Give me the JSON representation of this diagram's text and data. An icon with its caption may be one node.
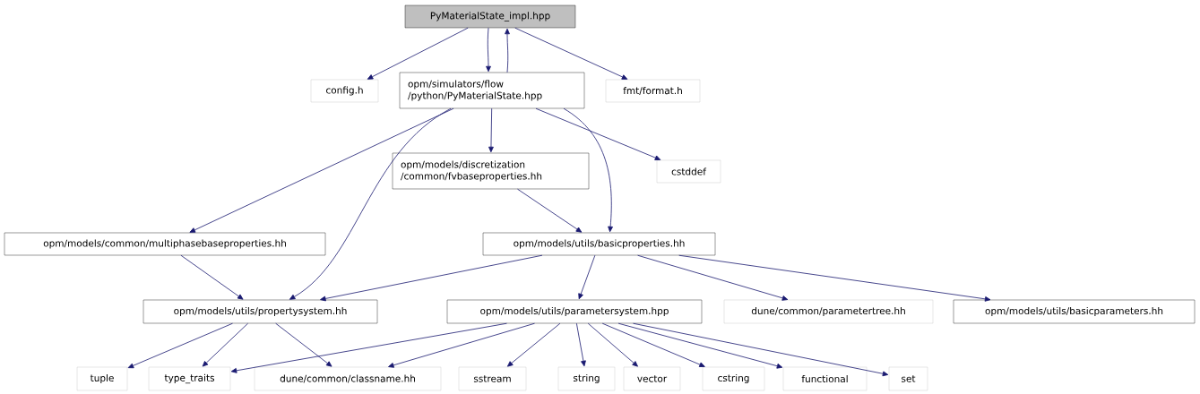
{
  "diagram": {
    "nodes": [
      {
        "text": [
          "PyMaterialState_impl.hpp"
        ]
      },
      {
        "text": [
          "config.h"
        ]
      },
      {
        "text": [
          "opm/simulators/flow /python/PyMaterialState.hpp"
        ]
      },
      {
        "text": [
          "fmt/format.h"
        ]
      },
      {
        "text": [
          "opm/models/discretization /common/fvbaseproperties.hh"
        ]
      },
      {
        "text": [
          "cstddef"
        ]
      },
      {
        "text": [
          "opm/models/common/multiphasebaseproperties.hh"
        ]
      },
      {
        "text": [
          "opm/models/utils/basicproperties.hh"
        ]
      },
      {
        "text": [
          "opm/models/utils/propertysystem.hh"
        ]
      },
      {
        "text": [
          "opm/models/utils/parametersystem.hpp"
        ]
      },
      {
        "text": [
          "dune/common/parametertree.hh"
        ]
      },
      {
        "text": [
          "opm/models/utils/basicparameters.hh"
        ]
      },
      {
        "text": [
          "tuple"
        ]
      },
      {
        "text": [
          "type_traits"
        ]
      },
      {
        "text": [
          "dune/common/classname.hh"
        ]
      },
      {
        "text": [
          "sstream"
        ]
      },
      {
        "text": [
          "string"
        ]
      },
      {
        "text": [
          "vector"
        ]
      },
      {
        "text": [
          "cstring"
        ]
      },
      {
        "text": [
          "functional"
        ]
      },
      {
        "text": [
          "set"
        ]
      }
    ],
    "edges": [
      {
        "from": 0,
        "to": 1,
        "arrow": "to"
      },
      {
        "from": 0,
        "to": 2,
        "arrow": "to"
      },
      {
        "from": 2,
        "to": 0,
        "arrow": "to"
      },
      {
        "from": 0,
        "to": 3,
        "arrow": "to"
      },
      {
        "from": 2,
        "to": 6,
        "arrow": "to"
      },
      {
        "from": 2,
        "to": 8,
        "arrow": "to"
      },
      {
        "from": 2,
        "to": 4,
        "arrow": "to"
      },
      {
        "from": 2,
        "to": 7,
        "arrow": "to"
      },
      {
        "from": 2,
        "to": 5,
        "arrow": "to"
      },
      {
        "from": 4,
        "to": 7,
        "arrow": "to"
      },
      {
        "from": 6,
        "to": 8,
        "arrow": "to"
      },
      {
        "from": 7,
        "to": 8,
        "arrow": "to"
      },
      {
        "from": 7,
        "to": 9,
        "arrow": "to"
      },
      {
        "from": 7,
        "to": 10,
        "arrow": "to"
      },
      {
        "from": 7,
        "to": 11,
        "arrow": "to"
      },
      {
        "from": 8,
        "to": 12,
        "arrow": "to"
      },
      {
        "from": 8,
        "to": 13,
        "arrow": "to"
      },
      {
        "from": 8,
        "to": 14,
        "arrow": "to"
      },
      {
        "from": 9,
        "to": 13,
        "arrow": "to"
      },
      {
        "from": 9,
        "to": 14,
        "arrow": "to"
      },
      {
        "from": 9,
        "to": 15,
        "arrow": "to"
      },
      {
        "from": 9,
        "to": 16,
        "arrow": "to"
      },
      {
        "from": 9,
        "to": 17,
        "arrow": "to"
      },
      {
        "from": 9,
        "to": 18,
        "arrow": "to"
      },
      {
        "from": 9,
        "to": 19,
        "arrow": "to"
      },
      {
        "from": 9,
        "to": 20,
        "arrow": "to"
      }
    ]
  }
}
